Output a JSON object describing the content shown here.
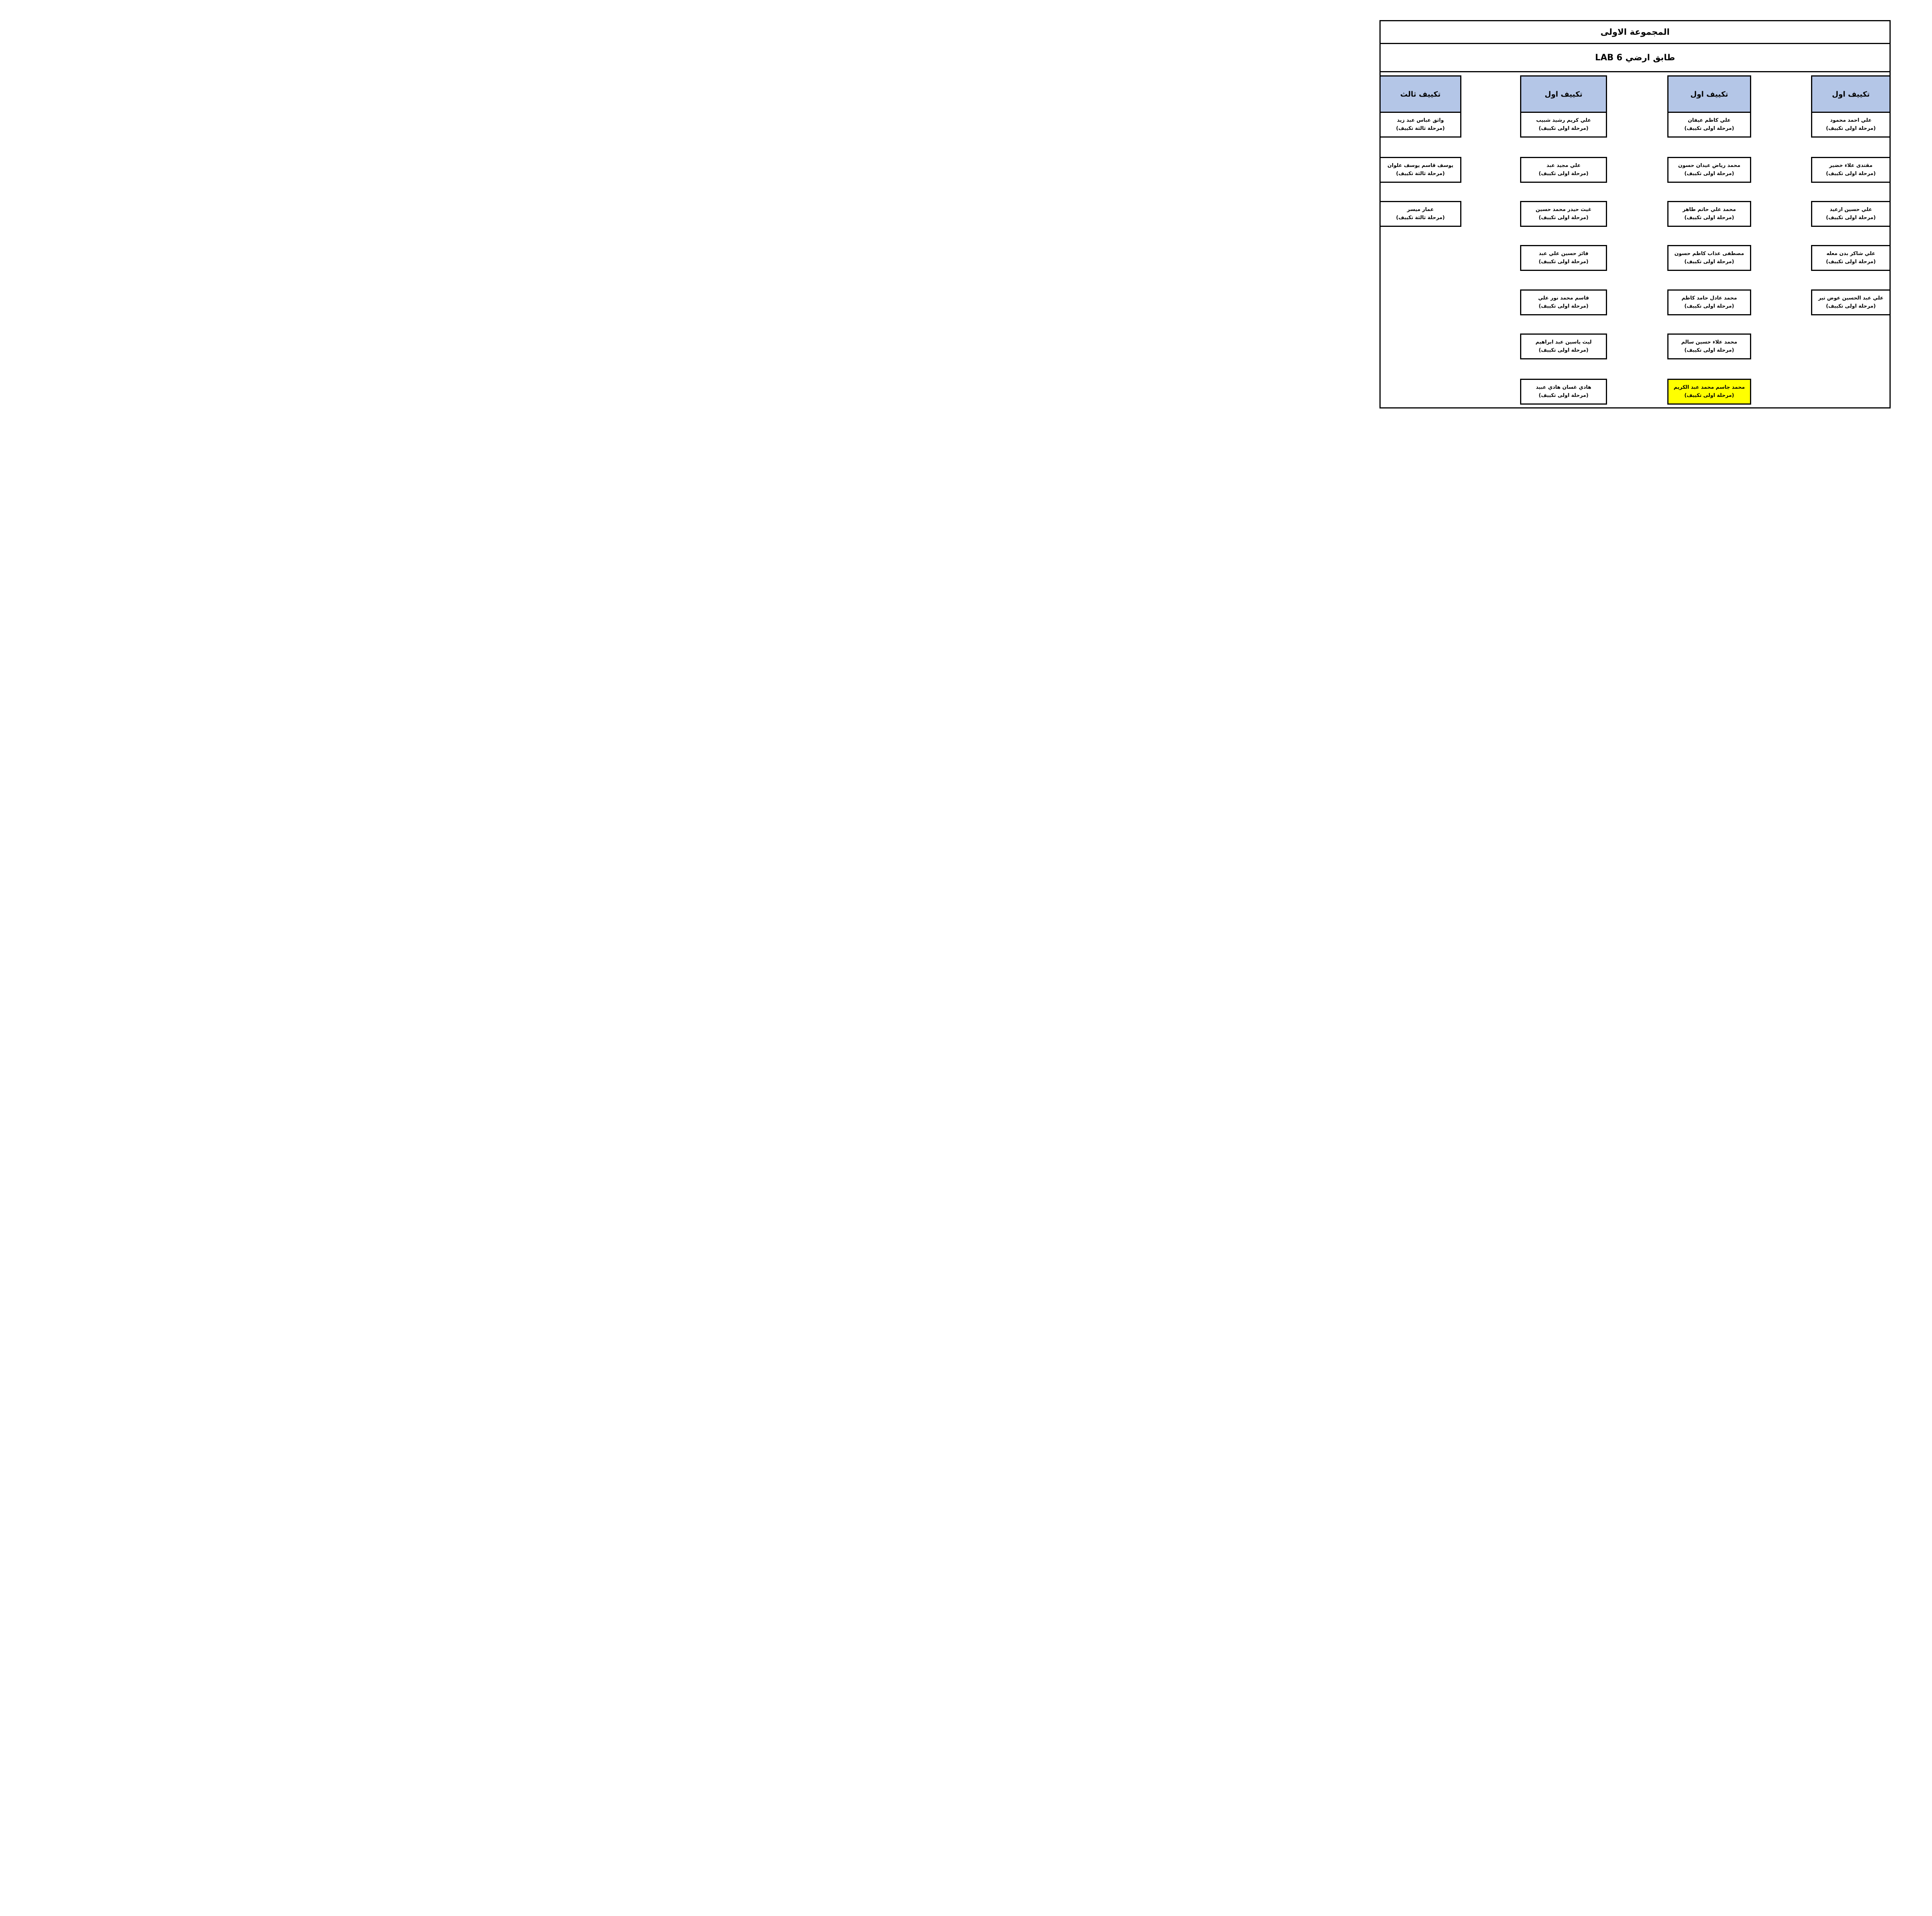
{
  "title": "المجموعة الاولى",
  "subtitle": "طابق ارضي LAB 6",
  "colors": {
    "header_bg": "#b4c6e7",
    "highlight_bg": "#ffff00",
    "border": "#000000",
    "page_bg": "#ffffff"
  },
  "columns": [
    {
      "header": "تكييف ثالث",
      "students": [
        {
          "name": "واثق عباس عبد زيد",
          "stage": "(مرحلة ثالثة تكييف)",
          "highlighted": false
        },
        {
          "name": "يوسف قاسم يوسف علوان",
          "stage": "(مرحلة ثالثة تكييف)",
          "highlighted": false
        },
        {
          "name": "عمار ميسر",
          "stage": "(مرحلة ثالثة تكييف)",
          "highlighted": false
        }
      ]
    },
    {
      "header": "تكييف اول",
      "students": [
        {
          "name": "علي كريم رشيد شبيب",
          "stage": "(مرحلة اولى تكييف)",
          "highlighted": false
        },
        {
          "name": "علي مجيد عبد",
          "stage": "(مرحلة اولى تكييف)",
          "highlighted": false
        },
        {
          "name": "غيث حيدر محمد حسين",
          "stage": "(مرحلة اولى تكييف)",
          "highlighted": false
        },
        {
          "name": "فائز حسين علي عبد",
          "stage": "(مرحلة اولى تكييف)",
          "highlighted": false
        },
        {
          "name": "قاسم محمد نور علي",
          "stage": "(مرحلة اولى تكييف)",
          "highlighted": false
        },
        {
          "name": "ليث ياسين عبد ابراهيم",
          "stage": "(مرحلة اولى تكييف)",
          "highlighted": false
        },
        {
          "name": "هادي غسان هادي عبيد",
          "stage": "(مرحلة اولى تكييف)",
          "highlighted": false
        }
      ]
    },
    {
      "header": "تكييف اول",
      "students": [
        {
          "name": "علي كاظم عيفان",
          "stage": "(مرحلة اولى تكييف)",
          "highlighted": false
        },
        {
          "name": "محمد رياض عيدان حسون",
          "stage": "(مرحلة اولى تكييف)",
          "highlighted": false
        },
        {
          "name": "محمد علي حاتم طاهر",
          "stage": "(مرحلة اولى تكييف)",
          "highlighted": false
        },
        {
          "name": "مصطفى عذاب كاظم حسون",
          "stage": "(مرحلة اولى تكييف)",
          "highlighted": false
        },
        {
          "name": "محمد عادل حامد كاظم",
          "stage": "(مرحلة اولى تكييف)",
          "highlighted": false
        },
        {
          "name": "محمد علاء حسين سالم",
          "stage": "(مرحلة اولى تكييف)",
          "highlighted": false
        },
        {
          "name": "محمد جاسم محمد عبد الكريم",
          "stage": "(مرحلة اولى تكييف)",
          "highlighted": true
        }
      ]
    },
    {
      "header": "تكييف اول",
      "students": [
        {
          "name": "علي احمد محمود",
          "stage": "(مرحلة اولى تكييف)",
          "highlighted": false
        },
        {
          "name": "مقتدى علاء خضير",
          "stage": "(مرحلة اولى تكييف)",
          "highlighted": false
        },
        {
          "name": "علي حسين ارعيد",
          "stage": "(مرحلة اولى تكييف)",
          "highlighted": false
        },
        {
          "name": "علي شاكر بدن معله",
          "stage": "(مرحلة اولى تكييف)",
          "highlighted": false
        },
        {
          "name": "علي عبد الحسين عوض تير",
          "stage": "(مرحلة اولى تكييف)",
          "highlighted": false
        }
      ]
    }
  ]
}
